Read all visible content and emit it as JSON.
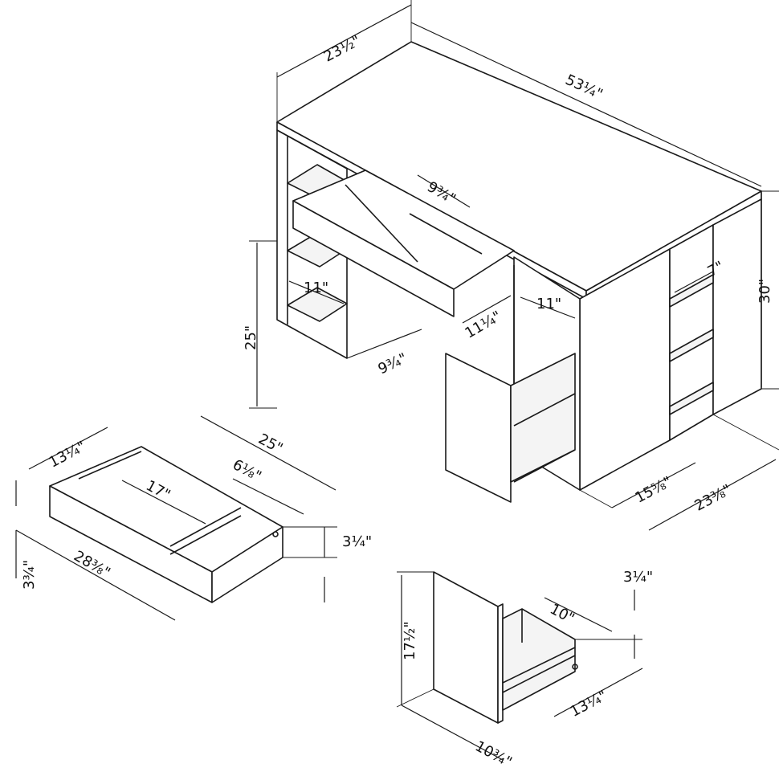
{
  "desk": {
    "depth": "23½\"",
    "width": "53¼\"",
    "height": "30\"",
    "keyboard_tray_width": "9¾\"",
    "left_shelf_width": "11\"",
    "left_shelf_depth": "9¾\"",
    "leg_clearance": "25\"",
    "drawer_opening_height": "11¼\"",
    "cabinet_width": "11\"",
    "right_shelf_depth": "7\"",
    "cabinet_depth": "15⅝\"",
    "overall_depth_bottom": "23⅜\""
  },
  "keyboard_drawer": {
    "depth": "13¼\"",
    "length": "25\"",
    "inner_length": "17\"",
    "compartment_width": "6⅛\"",
    "overall_length": "28⅜\"",
    "front_height": "3¾\"",
    "box_height": "3¼\""
  },
  "file_drawer": {
    "front_height": "17½\"",
    "front_width": "10¾\"",
    "box_length": "10\"",
    "box_height": "3¼\"",
    "box_depth": "13¼\""
  }
}
